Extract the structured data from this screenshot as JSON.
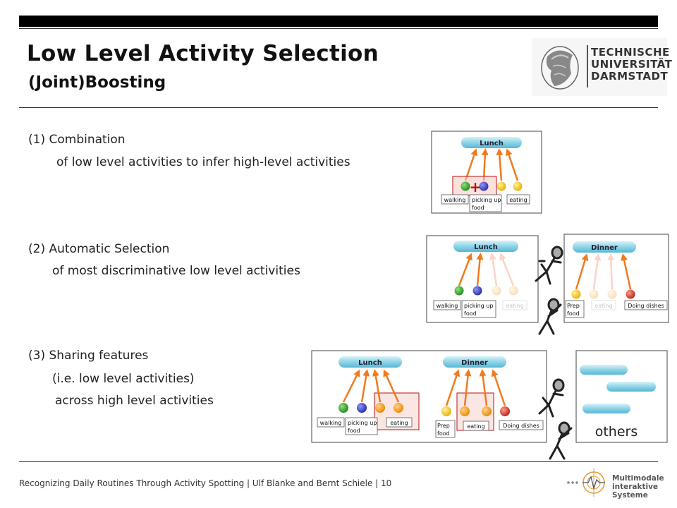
{
  "header": {
    "title": "Low Level Activity Selection",
    "subtitle": "(Joint)Boosting",
    "logo": [
      "TECHNISCHE",
      "UNIVERSITÄT",
      "DARMSTADT"
    ]
  },
  "points": [
    {
      "line1": "(1) Combination",
      "line2": "of low level activities to infer high-level activities"
    },
    {
      "line1": "(2) Automatic Selection",
      "line2": "of most discriminative low level activities"
    },
    {
      "line1": "(3) Sharing features",
      "line2": "(i.e. low level activities)",
      "line3": "across high level activities"
    }
  ],
  "diagram": {
    "lunch": "Lunch",
    "dinner": "Dinner",
    "walking": "walking",
    "picking_up": "picking up",
    "food": "food",
    "eating": "eating",
    "prep": "Prep",
    "doing_dishes": "Doing dishes",
    "plus": "+",
    "others": "others"
  },
  "footer": {
    "text": "Recognizing Daily Routines Through Activity Spotting | Ulf Blanke and Bernt Schiele | 10",
    "mmi": [
      "Multimodale",
      "interaktive",
      "Systeme"
    ]
  }
}
